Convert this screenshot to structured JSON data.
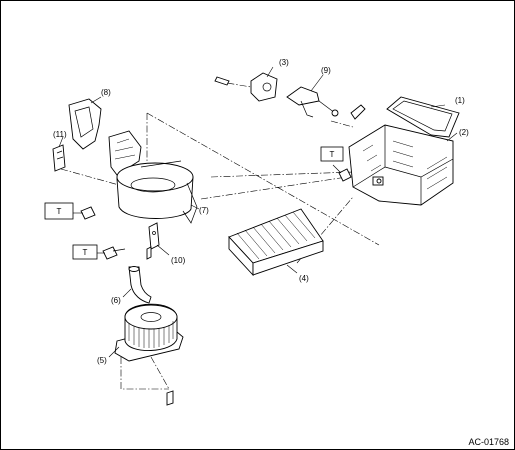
{
  "figure_id": "AC-01768",
  "callouts": {
    "p1": "(1)",
    "p2": "(2)",
    "p3": "(3)",
    "p4": "(4)",
    "p5": "(5)",
    "p6": "(6)",
    "p7": "(7)",
    "p8": "(8)",
    "p9": "(9)",
    "p10": "(10)",
    "p11": "(11)"
  },
  "torque_marks": {
    "t_heater": "T",
    "t_blower_upper": "T",
    "t_blower_lower": "T"
  }
}
